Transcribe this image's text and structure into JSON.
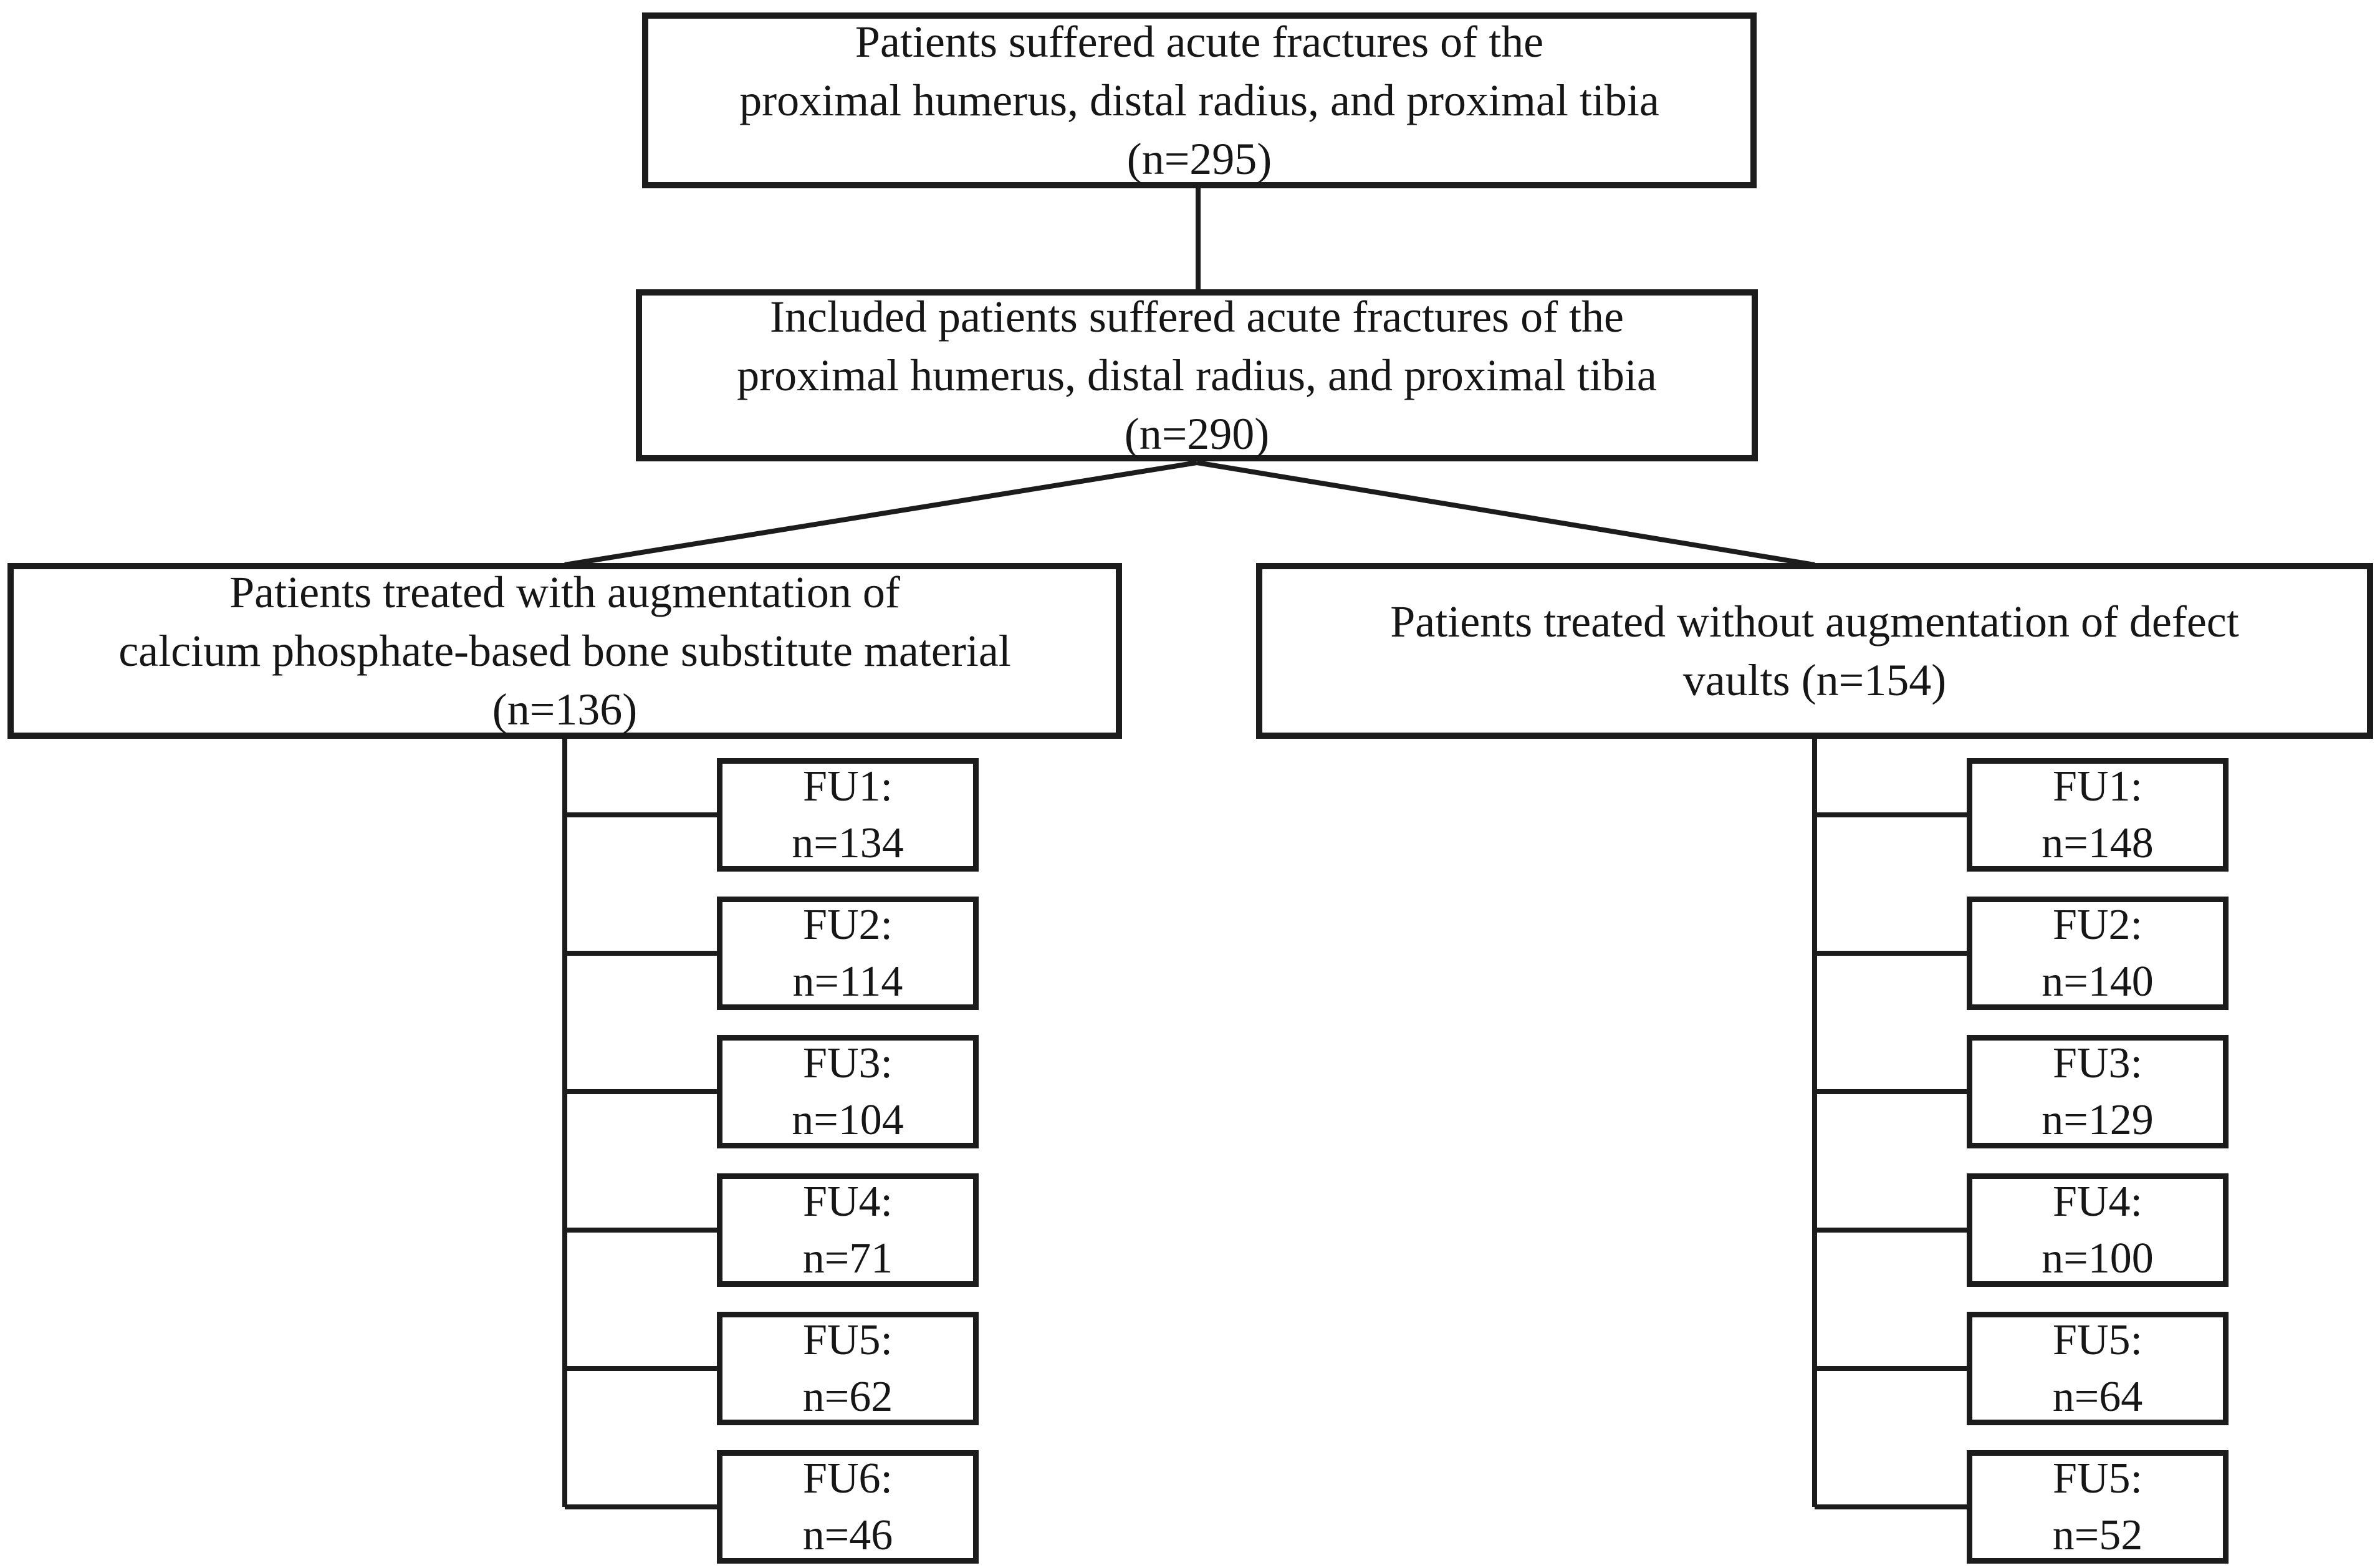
{
  "page": {
    "background": "#ffffff",
    "ink": "#1c1c1c"
  },
  "boxes": {
    "top": {
      "line1": "Patients suffered acute fractures of the",
      "line2": "proximal humerus, distal radius, and proximal tibia",
      "line3": "(n=295)"
    },
    "included": {
      "line1": "Included patients suffered acute fractures of the",
      "line2": "proximal humerus, distal radius, and proximal tibia",
      "line3": "(n=290)"
    },
    "augmented": {
      "line1": "Patients treated with augmentation of",
      "line2": "calcium phosphate-based bone substitute material",
      "line3": "(n=136)"
    },
    "non_augmented": {
      "line1": "Patients treated without augmentation of defect",
      "line2": "vaults (n=154)"
    }
  },
  "left_followups": [
    {
      "label": "FU1:",
      "count": "n=134"
    },
    {
      "label": "FU2:",
      "count": "n=114"
    },
    {
      "label": "FU3:",
      "count": "n=104"
    },
    {
      "label": "FU4:",
      "count": "n=71"
    },
    {
      "label": "FU5:",
      "count": "n=62"
    },
    {
      "label": "FU6:",
      "count": "n=46"
    }
  ],
  "right_followups": [
    {
      "label": "FU1:",
      "count": "n=148"
    },
    {
      "label": "FU2:",
      "count": "n=140"
    },
    {
      "label": "FU3:",
      "count": "n=129"
    },
    {
      "label": "FU4:",
      "count": "n=100"
    },
    {
      "label": "FU5:",
      "count": "n=64"
    },
    {
      "label": "FU5:",
      "count": "n=52"
    }
  ]
}
